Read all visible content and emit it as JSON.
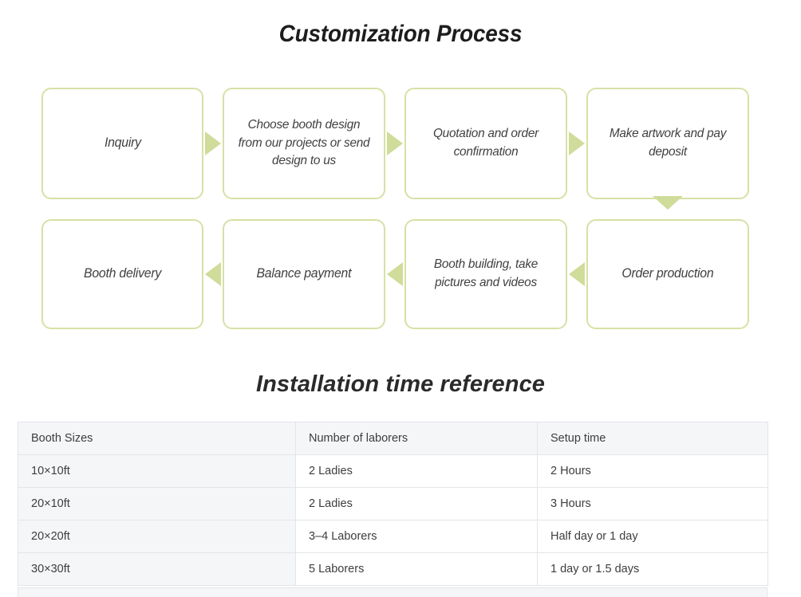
{
  "process": {
    "title": "Customization Process",
    "row1": [
      {
        "label": "Inquiry",
        "multiline": false
      },
      {
        "label": "Choose booth design from our projects or send design to us",
        "multiline": true
      },
      {
        "label": "Quotation and order confirmation",
        "multiline": true
      },
      {
        "label": "Make artwork and pay deposit",
        "multiline": true
      }
    ],
    "row2": [
      {
        "label": "Booth delivery",
        "multiline": false
      },
      {
        "label": "Balance payment",
        "multiline": false
      },
      {
        "label": "Booth building, take pictures and videos",
        "multiline": true
      },
      {
        "label": "Order production",
        "multiline": false
      }
    ],
    "arrows": {
      "row1_direction": "right",
      "row2_direction": "left",
      "connector_direction": "down"
    },
    "colors": {
      "box_border": "#d8e0a6",
      "arrow_fill": "#cfdc9a",
      "box_fill": "#ffffff",
      "text": "#404040"
    }
  },
  "installation": {
    "title": "Installation time reference",
    "table": {
      "headers": [
        "Booth Sizes",
        "Number of laborers",
        "Setup time"
      ],
      "rows": [
        [
          "10×10ft",
          "2 Ladies",
          "2 Hours"
        ],
        [
          "20×10ft",
          "2 Ladies",
          "3 Hours"
        ],
        [
          "20×20ft",
          "3–4 Laborers",
          "Half day or 1 day"
        ],
        [
          "30×30ft",
          "5 Laborers",
          "1 day or 1.5 days"
        ]
      ],
      "colors": {
        "header_background": "#f5f6f8",
        "first_column_background": "#f5f6f8",
        "border": "#e3e5e8",
        "text": "#3d3d3d"
      }
    }
  }
}
